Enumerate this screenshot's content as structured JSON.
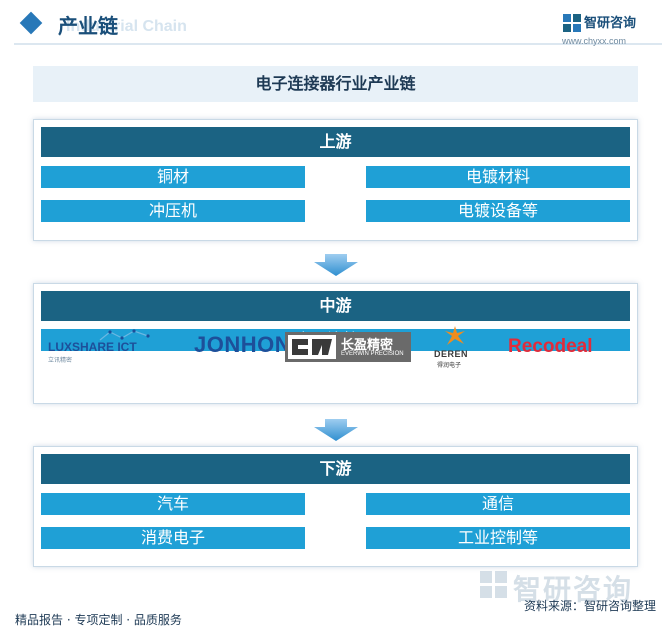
{
  "header": {
    "title": "产业链",
    "ghost_text": "Industrial Chain",
    "brand_name": "智研咨询",
    "brand_url": "www.chyxx.com"
  },
  "main_title": "电子连接器行业产业链",
  "upstream": {
    "title": "上游",
    "items": [
      "铜材",
      "电镀材料",
      "冲压机",
      "电镀设备等"
    ]
  },
  "midstream": {
    "title": "中游",
    "item": "电子连接器",
    "logos": {
      "luxshare": "LUXSHARE ICT",
      "luxshare_sub": "立讯精密",
      "jonhon": "JONHON",
      "everwin": "长盈精密",
      "everwin_sub": "EVERWIN PRECISION",
      "deren": "DEREN",
      "deren_sub": "得润电子",
      "recodeal": "Recodeal"
    }
  },
  "downstream": {
    "title": "下游",
    "items": [
      "汽车",
      "通信",
      "消费电子",
      "工业控制等"
    ]
  },
  "footer": {
    "left": "精品报告 · 专项定制 · 品质服务",
    "right": "资料来源：智研咨询整理",
    "watermark": "智研咨询"
  },
  "colors": {
    "section_header": "#1b6383",
    "item_fill": "#1fa0d6",
    "arrow": "#2f8fd0",
    "accent": "#2878b8"
  }
}
